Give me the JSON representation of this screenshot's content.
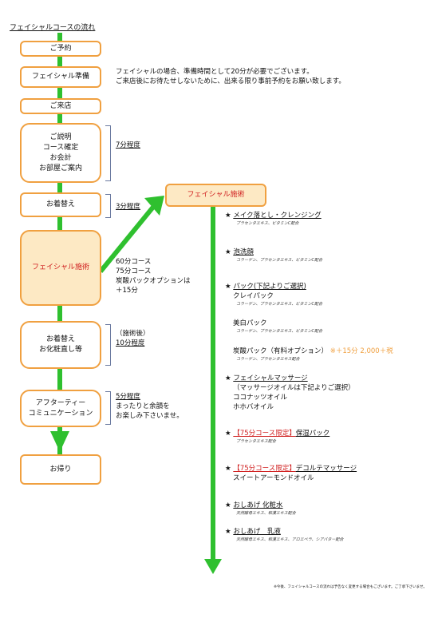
{
  "page_title": "フェイシャルコースの流れ",
  "steps": {
    "reserve": "ご予約",
    "prep": "フェイシャル準備",
    "arrive": "ご来店",
    "explain": [
      "ご説明",
      "コース確定",
      "お会計",
      "お部屋ご案内"
    ],
    "change": "お着替え",
    "treatment": "フェイシャル施術",
    "after_change": [
      "お着替え",
      "お化粧直し等"
    ],
    "afternoon": [
      "アフターティー",
      "コミュニケーション"
    ],
    "return": "お帰り"
  },
  "prep_note": [
    "フェイシャルの場合、準備時間として20分が必要でございます。",
    "ご来店後にお待たせしないために、出来る限り事前予約をお願い致します。"
  ],
  "explain_time": "7分程度",
  "change_time": "3分程度",
  "treatment_note": [
    "60分コース",
    "75分コース",
    "炭酸パックオプションは",
    "＋15分"
  ],
  "after_note": [
    "（施術後）",
    "10分程度"
  ],
  "tea_note": [
    "5分程度",
    "まったりと余韻を",
    "お楽しみ下さいませ。"
  ],
  "treatment_header": "フェイシャル施術",
  "star": "★",
  "menu": {
    "item1": {
      "title": "メイク落とし・クレンジング",
      "sub": "プラセンタエキス、ビタミンC配合"
    },
    "item2": {
      "title": "泡洗顔",
      "sub": "コラーゲン、プラセンタエキス、ビタミンC配合"
    },
    "item3": {
      "title": "パック(下記よりご選択)"
    },
    "pack1": {
      "title": "クレイパック",
      "sub": "コラーゲン、プラセンタエキス、ビタミンC配合"
    },
    "pack2": {
      "title": "美白パック",
      "sub": "コラーゲン、プラセンタエキス、ビタミンC配合"
    },
    "pack3": {
      "title": "炭酸パック（有料オプション）",
      "extra": "※＋15分 2,000＋税",
      "sub": "コラーゲン、プラセンタエキス配合"
    },
    "item4": {
      "title": "フェイシャルマッサージ",
      "lines": [
        "（マッサージオイルは下記よりご選択）",
        "ココナッツオイル",
        "ホホバオイル"
      ]
    },
    "item5": {
      "tag": "【75分コース限定】",
      "title": "保湿パック",
      "sub": "プラセンタエキス配合"
    },
    "item6": {
      "tag": "【75分コース限定】",
      "title": "デコルテマッサージ",
      "line": "スイートアーモンドオイル"
    },
    "item7": {
      "title": "おしあげ 化粧水",
      "sub": "天然酵母エキス、和漢エキス配合"
    },
    "item8": {
      "title": "おしあげ　乳液",
      "sub": "天然酵母エキス、和漢エキス、アロエベラ、シアバター配合"
    }
  },
  "footnote": "※今後、フェイシャルコースの流れは予告なく変更する場合もございます。ご了承下さいませ。",
  "colors": {
    "arrow": "#2fc02f",
    "box_border": "#f0a040",
    "highlight_fill": "#fde9c4",
    "accent_red": "#d02020"
  }
}
